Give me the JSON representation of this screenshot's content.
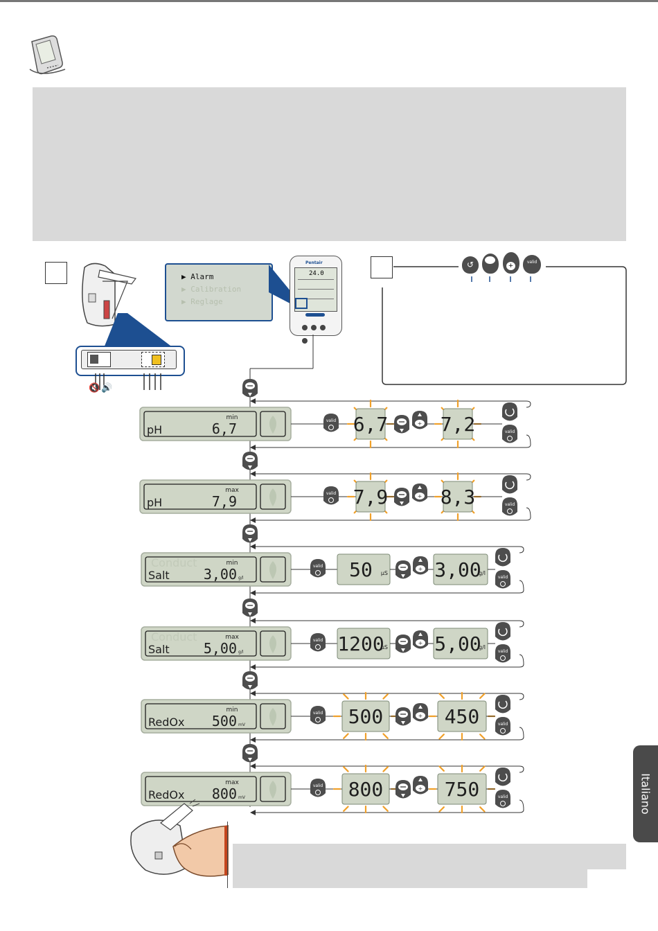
{
  "menu": {
    "items": [
      "Alarm",
      "Calibration",
      "Reglage"
    ]
  },
  "device": {
    "brand": "Pentair",
    "screen_value": "24.0"
  },
  "sound_labels": [
    "mute",
    "sound"
  ],
  "buttons": {
    "valid": "valid"
  },
  "rows": [
    {
      "param": "pH",
      "kind": "min",
      "value": "6,7",
      "unit": "",
      "ghost": "",
      "edit_from": "6,7",
      "edit_from_unit": "",
      "edit_to": "7,2",
      "edit_to_unit": ""
    },
    {
      "param": "pH",
      "kind": "max",
      "value": "7,9",
      "unit": "",
      "ghost": "",
      "edit_from": "7,9",
      "edit_from_unit": "",
      "edit_to": "8,3",
      "edit_to_unit": ""
    },
    {
      "param": "Salt",
      "kind": "min",
      "value": "3,00",
      "unit": "g/l",
      "ghost": "Conduct",
      "edit_from": "50",
      "edit_from_unit": "µS",
      "edit_to": "3,00",
      "edit_to_unit": "g/l"
    },
    {
      "param": "Salt",
      "kind": "max",
      "value": "5,00",
      "unit": "g/l",
      "ghost": "Conduct",
      "edit_from": "1200",
      "edit_from_unit": "µS",
      "edit_to": "5,00",
      "edit_to_unit": "g/l"
    },
    {
      "param": "RedOx",
      "kind": "min",
      "value": "500",
      "unit": "mV",
      "ghost": "",
      "edit_from": "500",
      "edit_from_unit": "",
      "edit_to": "450",
      "edit_to_unit": ""
    },
    {
      "param": "RedOx",
      "kind": "max",
      "value": "800",
      "unit": "mV",
      "ghost": "",
      "edit_from": "800",
      "edit_from_unit": "",
      "edit_to": "750",
      "edit_to_unit": ""
    }
  ],
  "language_tab": "Italiano",
  "colors": {
    "lcd": "#cfd6c6",
    "lcd_border": "#7c8a76",
    "lcd_text": "#1e1e1e",
    "panel_grey": "#d9d9d9",
    "accent_blue": "#1d4f91",
    "button_dark": "#4d4d4d",
    "blink": "#f0a02a"
  }
}
